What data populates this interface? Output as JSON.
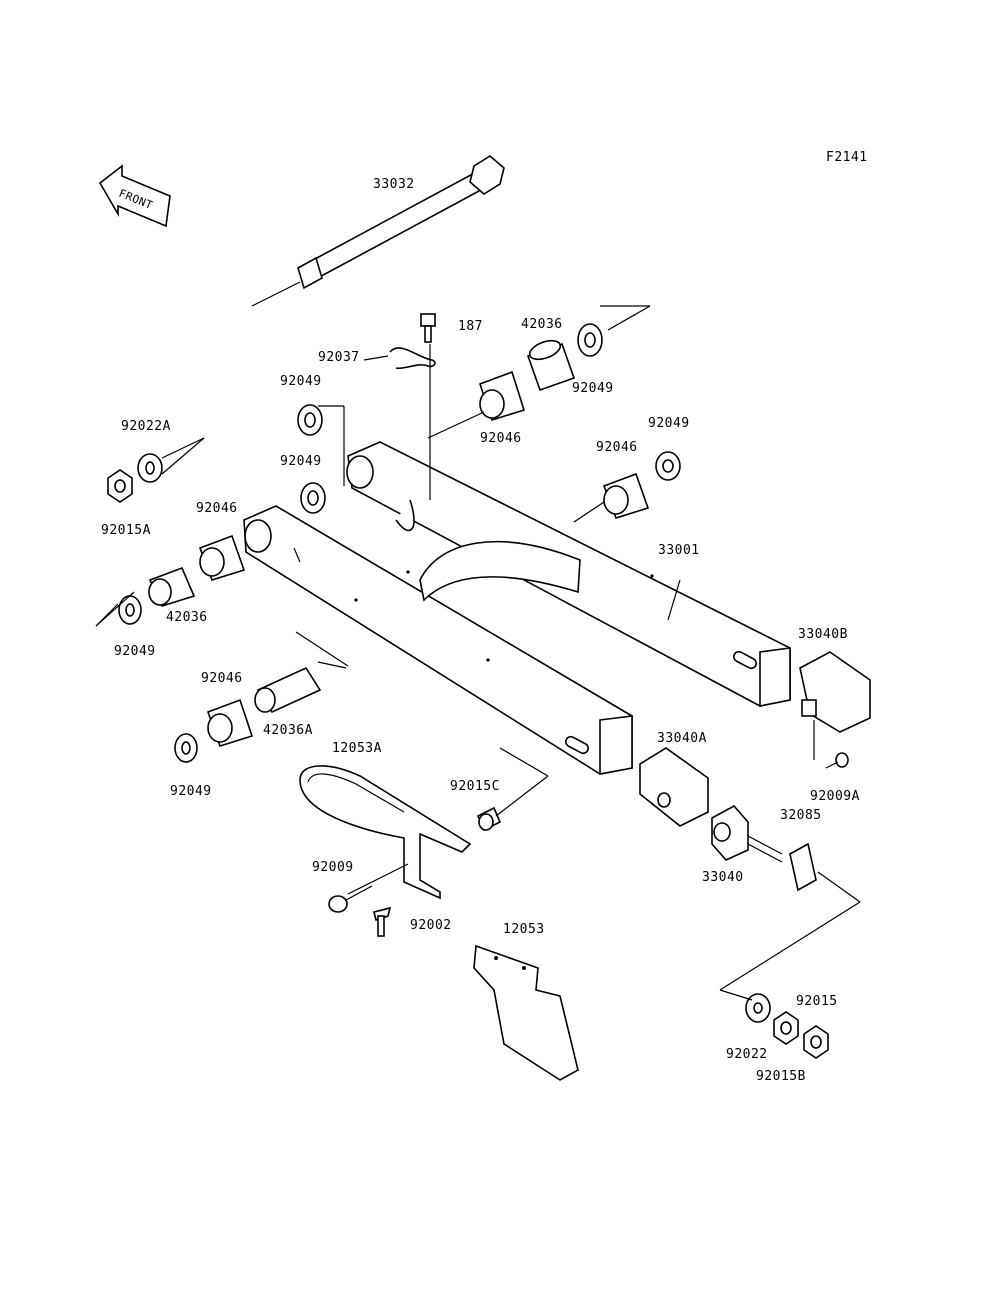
{
  "diagram_code": "F2141",
  "front_badge": "FRONT",
  "callouts": [
    {
      "id": "c1",
      "text": "33032"
    },
    {
      "id": "c2",
      "text": "187"
    },
    {
      "id": "c3",
      "text": "92037"
    },
    {
      "id": "c4",
      "text": "42036"
    },
    {
      "id": "c5",
      "text": "92049"
    },
    {
      "id": "c6",
      "text": "92049"
    },
    {
      "id": "c7",
      "text": "92046"
    },
    {
      "id": "c8",
      "text": "92049"
    },
    {
      "id": "c9",
      "text": "92046"
    },
    {
      "id": "c10",
      "text": "92049"
    },
    {
      "id": "c11",
      "text": "92022A"
    },
    {
      "id": "c12",
      "text": "92015A"
    },
    {
      "id": "c13",
      "text": "92046"
    },
    {
      "id": "c14",
      "text": "33001"
    },
    {
      "id": "c15",
      "text": "42036"
    },
    {
      "id": "c16",
      "text": "92049"
    },
    {
      "id": "c17",
      "text": "33040B"
    },
    {
      "id": "c18",
      "text": "92046"
    },
    {
      "id": "c19",
      "text": "42036A"
    },
    {
      "id": "c20",
      "text": "92049"
    },
    {
      "id": "c21",
      "text": "12053A"
    },
    {
      "id": "c22",
      "text": "33040A"
    },
    {
      "id": "c23",
      "text": "92009A"
    },
    {
      "id": "c24",
      "text": "92015C"
    },
    {
      "id": "c25",
      "text": "32085"
    },
    {
      "id": "c26",
      "text": "33040"
    },
    {
      "id": "c27",
      "text": "92009"
    },
    {
      "id": "c28",
      "text": "92002"
    },
    {
      "id": "c29",
      "text": "12053"
    },
    {
      "id": "c30",
      "text": "92015"
    },
    {
      "id": "c31",
      "text": "92022"
    },
    {
      "id": "c32",
      "text": "92015B"
    }
  ]
}
